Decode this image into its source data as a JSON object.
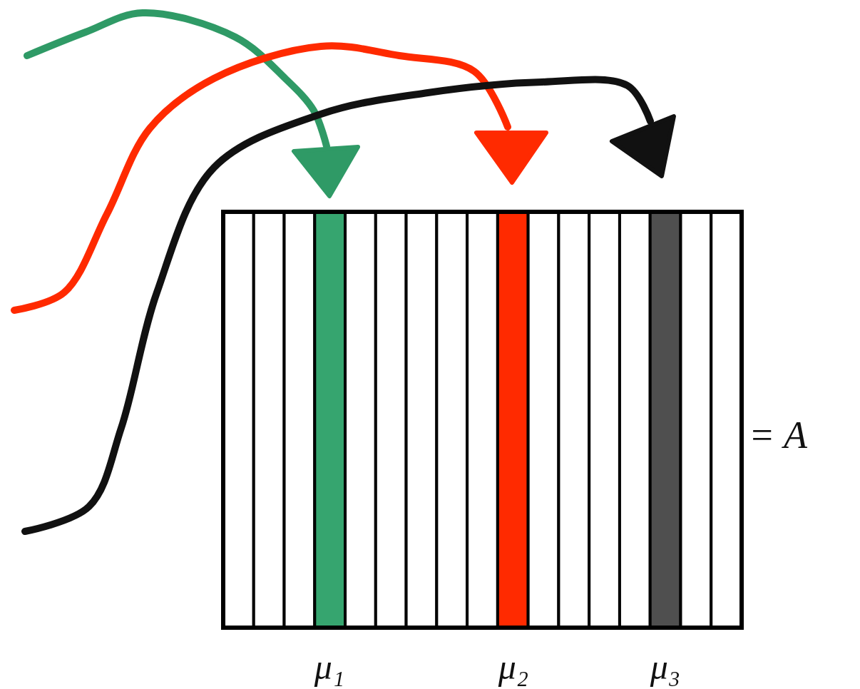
{
  "diagram": {
    "labels": [
      "μ₁",
      "μ₂",
      "μ₃",
      "= A"
    ]
  }
}
